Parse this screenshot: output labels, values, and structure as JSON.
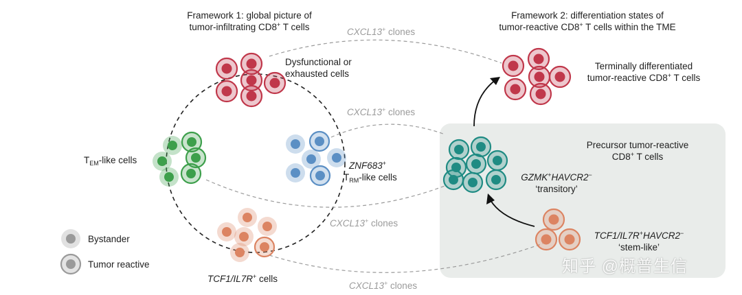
{
  "framework1": {
    "line1": "Framework 1: global picture of",
    "line2_pre": "tumor-infiltrating CD8",
    "sup": "+",
    "line2_post": " T cells"
  },
  "framework2": {
    "line1": "Framework 2: differentiation states of",
    "line2_pre": "tumor-reactive CD8",
    "sup": "+",
    "line2_post": " T cells within the TME"
  },
  "clones": {
    "gene": "CXCL13",
    "sup": "+",
    "suffix": " clones"
  },
  "exhausted": {
    "line1": "Dysfunctional or",
    "line2": "exhausted cells"
  },
  "terminal": {
    "line1": "Terminally differentiated",
    "line2_pre": "tumor-reactive CD8",
    "sup": "+",
    "line2_post": " T cells"
  },
  "tem": {
    "main": "T",
    "sub": "EM",
    "suffix": "-like cells"
  },
  "trm": {
    "gene": "ZNF683",
    "sup": "+",
    "main": "T",
    "sub": "RM",
    "suffix": "-like cells"
  },
  "tcf_left": {
    "gene": "TCF1/IL7R",
    "sup": "+",
    "suffix": " cells"
  },
  "precursor": {
    "line1": "Precursor tumor-reactive",
    "line2_pre": "CD8",
    "sup": "+",
    "line2_post": " T cells"
  },
  "gzmk": {
    "gene1": "GZMK",
    "sup1": "+",
    "gene2": "HAVCR2",
    "sup2": "−",
    "state": "‘transitory’"
  },
  "stemlike": {
    "gene1": "TCF1/IL7R",
    "sup1": "+",
    "gene2": "HAVCR2",
    "sup2": "−",
    "state": "‘stem-like’"
  },
  "legend": {
    "bystander": "Bystander",
    "tumor_reactive": "Tumor reactive"
  },
  "watermark": "知乎 @概普生信",
  "colors": {
    "red": "#c0374a",
    "green": "#3d9f4b",
    "blue": "#5b8fc4",
    "orange": "#dc8462",
    "teal": "#1f8b83",
    "panel": "#e9ecea",
    "gray": "#9a9a9a"
  }
}
